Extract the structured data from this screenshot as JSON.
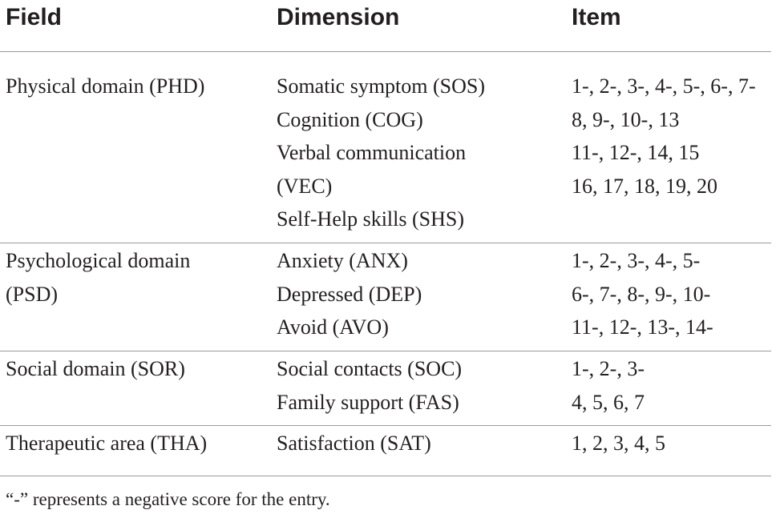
{
  "table": {
    "headers": {
      "field": "Field",
      "dimension": "Dimension",
      "item": "Item"
    },
    "groups": [
      {
        "field": [
          "Physical domain (PHD)"
        ],
        "dimension": [
          "Somatic symptom (SOS)",
          "Cognition (COG)",
          "Verbal communication",
          "(VEC)",
          "Self-Help skills (SHS)"
        ],
        "item": [
          "1-, 2-, 3-, 4-, 5-, 6-, 7-",
          "8, 9-, 10-, 13",
          "11-, 12-, 14, 15",
          "16, 17, 18, 19, 20"
        ]
      },
      {
        "field": [
          "Psychological domain",
          "(PSD)"
        ],
        "dimension": [
          "Anxiety (ANX)",
          "Depressed (DEP)",
          "Avoid (AVO)"
        ],
        "item": [
          "1-, 2-, 3-, 4-, 5-",
          "6-, 7-, 8-, 9-, 10-",
          "11-, 12-, 13-, 14-"
        ]
      },
      {
        "field": [
          "Social domain (SOR)"
        ],
        "dimension": [
          "Social contacts (SOC)",
          "Family support (FAS)"
        ],
        "item": [
          "1-, 2-, 3-",
          "4, 5, 6, 7"
        ]
      },
      {
        "field": [
          "Therapeutic area (THA)"
        ],
        "dimension": [
          "Satisfaction (SAT)"
        ],
        "item": [
          "1, 2, 3, 4, 5"
        ]
      }
    ]
  },
  "footnote": "“-” represents a negative score for the entry."
}
